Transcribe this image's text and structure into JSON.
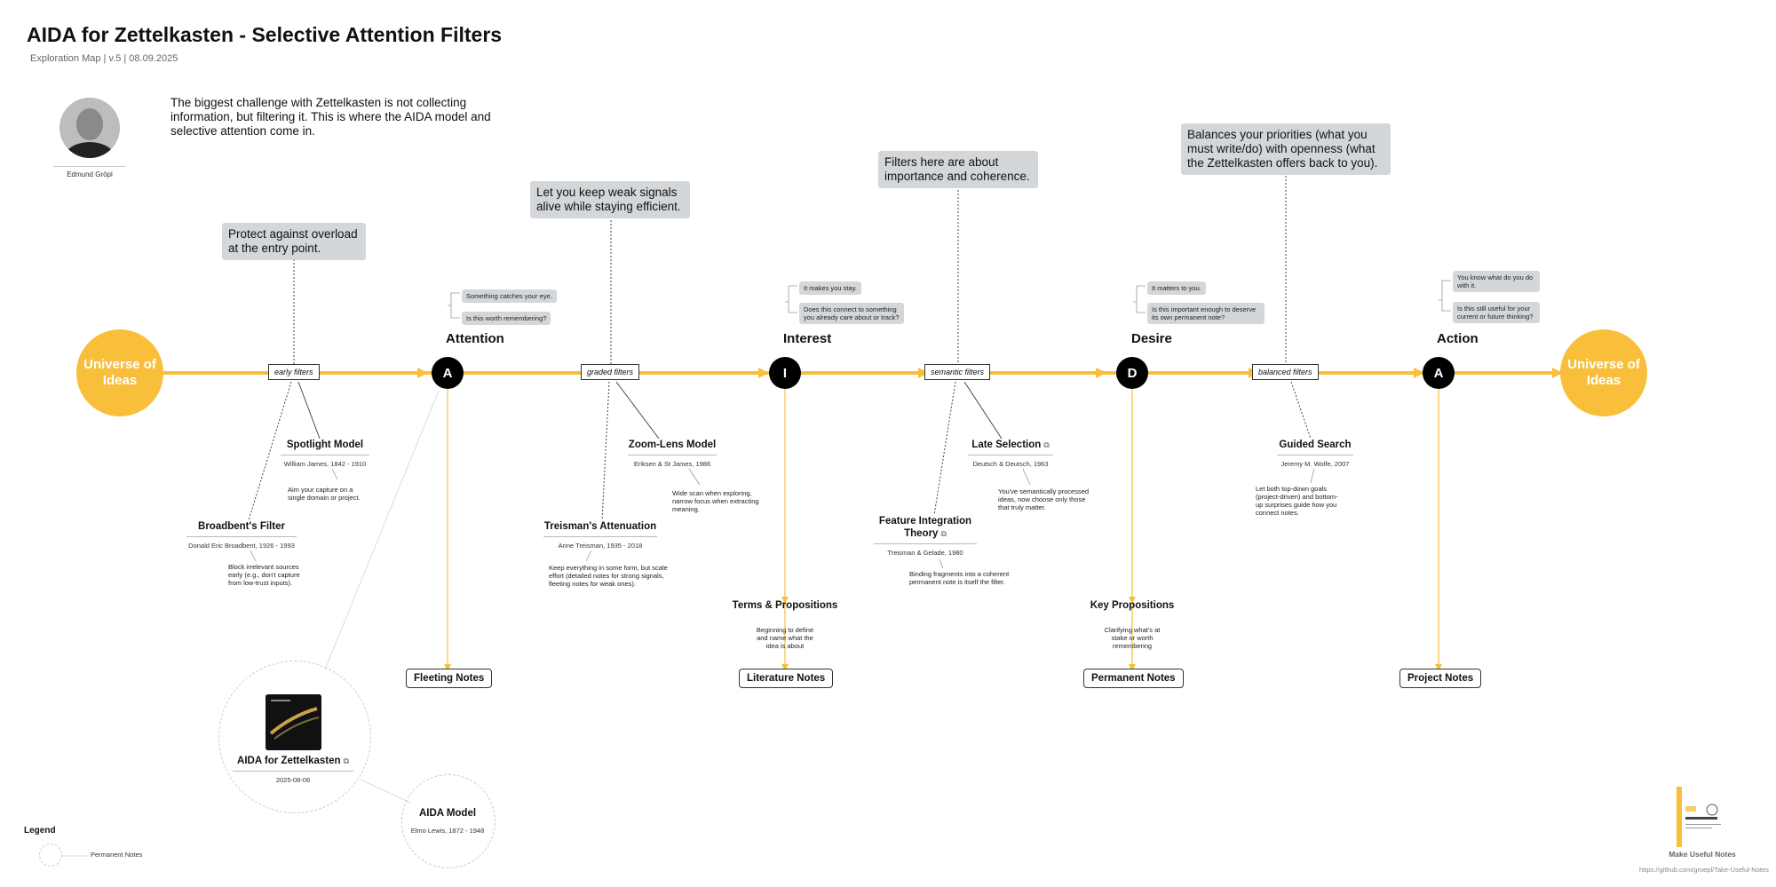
{
  "header": {
    "title": "AIDA for Zettelkasten -  Selective Attention Filters",
    "subtitle": "Exploration Map | v.5 | 08.09.2025"
  },
  "author": {
    "name": "Edmund Gröpl"
  },
  "intro": "The biggest challenge with Zettelkasten is not collecting information, but filtering it. This is where the AIDA model and selective attention come in.",
  "universe": {
    "left": "Universe of Ideas",
    "right": "Universe of Ideas"
  },
  "stages": [
    {
      "letter": "A",
      "label": "Attention",
      "bubbles": [
        "Something catches your eye.",
        "Is this worth remembering?"
      ],
      "note": "Fleeting Notes"
    },
    {
      "letter": "I",
      "label": "Interest",
      "bubbles": [
        "It makes you stay.",
        "Does this connect to something you already care about or track?"
      ],
      "step": {
        "title": "Terms & Propositions",
        "desc": "Beginning to define and name what the idea is about"
      },
      "note": "Literature Notes"
    },
    {
      "letter": "D",
      "label": "Desire",
      "bubbles": [
        "It matters to you.",
        "Is this important enough to deserve its own permanent note?"
      ],
      "step": {
        "title": "Key Propositions",
        "desc": "Clarifying what's at stake or worth remembering"
      },
      "note": "Permanent Notes"
    },
    {
      "letter": "A",
      "label": "Action",
      "bubbles": [
        "You know what do you do with it.",
        "Is this still useful for your current or future thinking?"
      ],
      "note": "Project Notes"
    }
  ],
  "filters": [
    {
      "label": "early filters",
      "callout": "Protect against overload at the entry point."
    },
    {
      "label": "graded filters",
      "callout": "Let you keep weak signals alive while staying efficient."
    },
    {
      "label": "semantic filters",
      "callout": "Filters here are about importance and coherence."
    },
    {
      "label": "balanced filters",
      "callout": "Balances your priorities (what you must write/do) with openness (what the Zettelkasten offers back to you)."
    }
  ],
  "refs": {
    "spotlight": {
      "title": "Spotlight Model",
      "meta": "William James, 1842 - 1910",
      "desc": "Aim your capture on a single domain or project."
    },
    "broadbent": {
      "title": "Broadbent's Filter",
      "meta": "Donald Eric Broadbent, 1926 - 1993",
      "desc": "Block irrelevant sources early (e.g., don't capture from low-trust inputs)."
    },
    "zoom": {
      "title": "Zoom-Lens Model",
      "meta": "Eriksen & St James, 1986",
      "desc": "Wide scan when exploring, narrow focus when extracting meaning."
    },
    "treisman": {
      "title": "Treisman's Attenuation",
      "meta": "Anne Treisman, 1935 - 2018",
      "desc": "Keep everything in some form, but scale effort (detailed notes for strong signals, fleeting notes for weak ones)."
    },
    "late": {
      "title": "Late Selection",
      "meta": "Deutsch & Deutsch, 1963",
      "desc": "You've semantically processed ideas, now choose only those that truly matter."
    },
    "feature": {
      "title": "Feature Integration Theory",
      "meta": "Treisman & Gelade, 1980",
      "desc": "Binding fragments into a coherent permanent note is itself the filter."
    },
    "guided": {
      "title": "Guided Search",
      "meta": "Jeremy M. Wolfe, 2007",
      "desc": "Let both top-down goals (project-driven) and bottom-up surprises guide how you connect notes."
    }
  },
  "book": {
    "title": "AIDA for Zettelkasten",
    "date": "2025-08-06"
  },
  "aida_model": {
    "title": "AIDA Model",
    "meta": "Elmo Lewis, 1872 - 1948"
  },
  "legend": {
    "title": "Legend",
    "item": "Permanent Notes"
  },
  "footer": {
    "brand": "Make Useful Notes",
    "url": "https://github.com/groepl/Take-Useful-Notes"
  },
  "colors": {
    "accent": "#f9bf3b",
    "callout": "#d4d7da",
    "stage": "#000000"
  }
}
